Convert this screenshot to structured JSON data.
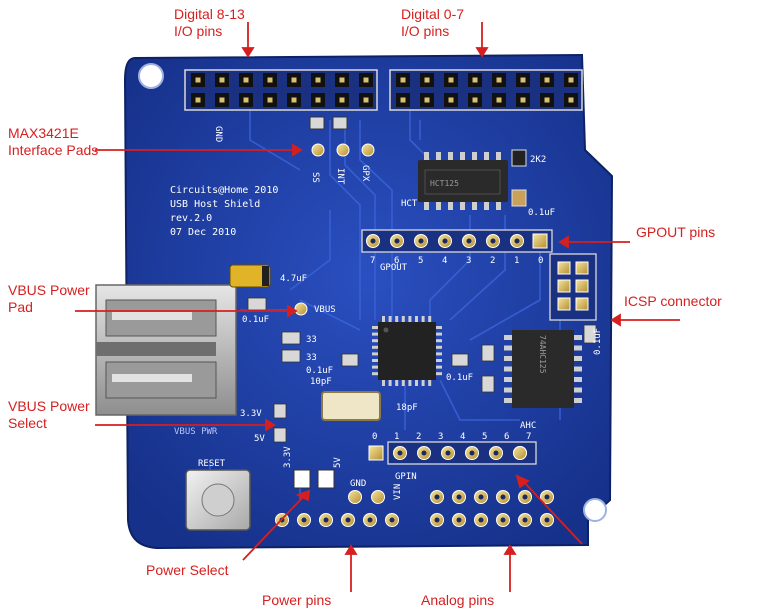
{
  "callouts": {
    "digital_8_13": [
      "Digital 8-13",
      "I/O pins"
    ],
    "digital_0_7": [
      "Digital 0-7",
      "I/O pins"
    ],
    "max3421e": [
      "MAX3421E",
      "Interface Pads"
    ],
    "gpout": "GPOUT pins",
    "vbus_pad": [
      "VBUS Power",
      "Pad"
    ],
    "icsp": "ICSP connector",
    "vbus_select": [
      "VBUS Power",
      "Select"
    ],
    "power_select": "Power Select",
    "power_pins": "Power pins",
    "analog_pins": "Analog pins"
  },
  "silkscreen": {
    "board_info": [
      "Circuits@Home 2010",
      "USB Host Shield",
      "rev.2.0",
      "07 Dec 2010"
    ],
    "gnd_top": "GND",
    "pad_labels": [
      "SS",
      "INT",
      "GPX"
    ],
    "hct": "HCT",
    "r_2k2": "2K2",
    "c_01uf_top": "0.1uF",
    "c_47uf": "4.7uF",
    "vbus": "VBUS",
    "c_01uf_left": "0.1uF",
    "c_33a": "33",
    "c_33b": "33",
    "c_01uf_mid": "0.1uF",
    "c_10pf": "10pF",
    "c_18pf": "18pF",
    "c_01uf_right": "0.1uF",
    "c_01uf_icsp": "0.1uF",
    "v33": "3.3V",
    "v5": "5V",
    "vbus_pwr": "VBUS PWR",
    "reset": "RESET",
    "gpout_nums": [
      "7",
      "6",
      "5",
      "4",
      "3",
      "2",
      "1",
      "0"
    ],
    "gpout_label": "GPOUT",
    "gpin_nums": [
      "0",
      "1",
      "2",
      "3",
      "4",
      "5",
      "6",
      "7"
    ],
    "gpin_label": "GPIN",
    "ahc": "AHC",
    "pwr_sel_labels": [
      "3.3V",
      "5V"
    ],
    "gnd_bottom": "GND",
    "vin": "VIN",
    "chip_hct_text": "HCT125",
    "chip_ahc_text": "74AHC125"
  },
  "colors": {
    "board": "#1f3fa6",
    "callout": "#d61f1f",
    "silk": "#ffffff"
  }
}
